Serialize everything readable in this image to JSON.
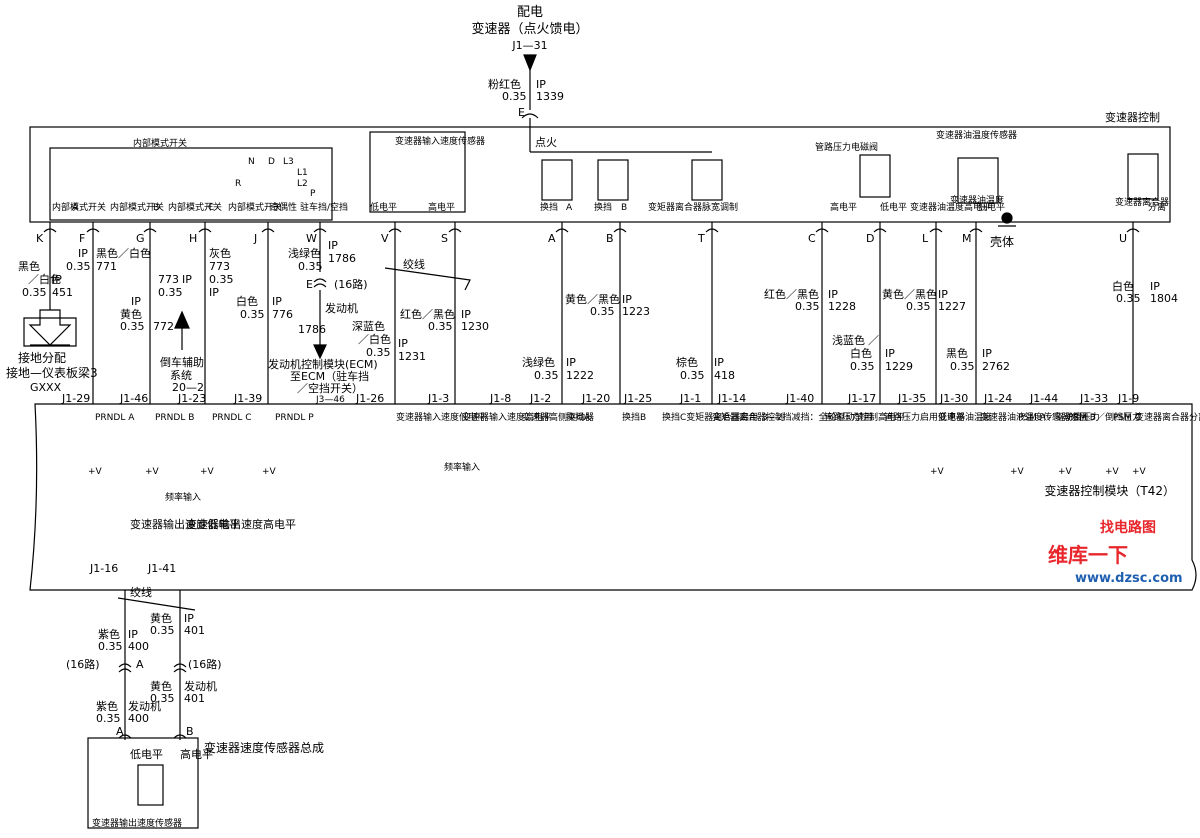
{
  "header": {
    "power": "配电",
    "source": "变速器（点火馈电）",
    "fuse": "J1—31",
    "feed_color": "粉红色",
    "feed_gauge": "0.35",
    "feed_circuit_a": "IP",
    "feed_circuit_b": "1339",
    "feed_connector": "E",
    "ignition": "点火"
  },
  "control_box": {
    "title": "变速器控制",
    "mode_switch_title": "内部模式开关",
    "sw_label": "内部模式开关",
    "sw_pin_a": "A",
    "sw_pin_b": "B",
    "sw_pin_c": "C",
    "parity": "奇偶性",
    "park_neutral": "驻车挡/空挡",
    "mode_letters": [
      "N",
      "D",
      "L3",
      "L1",
      "L2",
      "P",
      "R"
    ],
    "input_speed_sensor": "变速器输入速度传感器",
    "low_level": "低电平",
    "high_level": "高电平",
    "shift_a": "换挡",
    "shift_a_pin": "A",
    "shift_b": "换挡",
    "shift_b_pin": "B",
    "tcc_pwm": "变矩器离合器脉宽调制",
    "line_pressure_solenoid": "管路压力电磁阀",
    "lp_high": "高电平",
    "lp_low": "低电平",
    "oil_temp_sensor": "变速器油温度传感器",
    "oil_temp_high": "变速器油温度高电平",
    "oil_temp_low_a": "变速器油温度",
    "oil_temp_low_b": "低电平",
    "tcc_switch": "变速器离合器",
    "release": "分离",
    "chassis": "壳体"
  },
  "pins_top": [
    "K",
    "F",
    "G",
    "H",
    "J",
    "W",
    "V",
    "S",
    "A",
    "B",
    "T",
    "C",
    "D",
    "L",
    "M",
    "U"
  ],
  "wires": {
    "k": [
      "黑色",
      "／白色",
      "0.35",
      "IP",
      "451"
    ],
    "f": [
      "IP",
      "0.35",
      "黄色",
      "0.35",
      "IP",
      "772"
    ],
    "g": [
      "黑色／白色",
      "771"
    ],
    "h": [
      "773",
      "IP",
      "0.35"
    ],
    "h2": [
      "灰色",
      "773",
      "0.35",
      "IP"
    ],
    "j": [
      "白色",
      "0.35",
      "IP",
      "776"
    ],
    "w": [
      "浅绿色",
      "IP",
      "1786",
      "0.35",
      "E",
      "(16路)",
      "发动机",
      "1786"
    ],
    "twisted": "绞线",
    "v": [
      "深蓝色",
      "／白色",
      "0.35",
      "IP",
      "1231"
    ],
    "s": [
      "红色／黑色",
      "0.35",
      "IP",
      "1230"
    ],
    "a": [
      "黄色／黑色",
      "0.35",
      "IP",
      "1223"
    ],
    "a2": [
      "浅绿色",
      "0.35",
      "IP",
      "1222"
    ],
    "b": [
      "棕色",
      "0.35",
      "IP",
      "418"
    ],
    "c": [
      "红色／黑色",
      "0.35",
      "IP",
      "1228"
    ],
    "d": [
      "黄色／黑色",
      "0.35",
      "IP",
      "1227"
    ],
    "d2": [
      "浅蓝色",
      "／",
      "白色",
      "0.35",
      "IP",
      "1229"
    ],
    "m": [
      "黑色",
      "0.35",
      "IP",
      "2762"
    ],
    "u": [
      "白色",
      "0.35",
      "IP",
      "1804"
    ]
  },
  "ground": {
    "label_a": "接地分配",
    "label_b": "接地—仪表板梁3",
    "label_c": "GXXX"
  },
  "reverse": {
    "label_a": "倒车辅助",
    "label_b": "系统",
    "label_c": "20—2"
  },
  "ecm": {
    "label_a": "发动机控制模块(ECM)",
    "label_b": "至ECM（驻车挡",
    "label_c": "／空挡开关）",
    "label_d": "J3—46"
  },
  "module": {
    "title": "变速器控制模块（T42）",
    "pins": [
      "J1-29",
      "J1-46",
      "J1-23",
      "J1-39",
      "J1-26",
      "J1-3",
      "J1-8",
      "J1-2",
      "J1-20",
      "J1-25",
      "J1-1",
      "J1-14",
      "J1-40",
      "J1-17",
      "J1-35",
      "J1-30",
      "J1-24",
      "J1-44",
      "J1-33",
      "J1-9"
    ],
    "prndl_a": "PRNDL A",
    "prndl_b": "PRNDL B",
    "prndl_c": "PRNDL C",
    "prndl_p": "PRNDL P",
    "labels": {
      "in_low": "变速器输入速度低电平",
      "in_high": "变速器输入速度高电平",
      "high_side": "变速器高侧驱动器",
      "shift_a": "换挡A",
      "shift_b": "换挡B",
      "tcc_apply": "换挡C变矩器离合器启用",
      "tcc_ctrl": "变矩器离合器控制",
      "awd": "3—2挡减挡：全轮驱动禁用",
      "lp_ctrl": "管路压力控制高电平",
      "lp_apply": "管路压力启用低电平",
      "oil_temp": "变速器油温度",
      "oil_return": "变速器油液温度传感器返回",
      "psm_a": "PSM A／驱动挡压力",
      "psm_b": "PSM B／倒挡压力",
      "psm_c": "PSM C",
      "tcc_input": "变速器离合器分离／速度输入信号"
    },
    "freq_in": "频率输入",
    "freq_in2": "频率输入",
    "vplus": "+V",
    "out_low": "变速器输出速度低电平",
    "out_high": "变速器输出速度高电平",
    "pin_16": "J1-16",
    "pin_41": "J1-41"
  },
  "output": {
    "twisted": "绞线",
    "purple": "紫色",
    "yellow": "黄色",
    "gauge": "0.35",
    "ip": "IP",
    "c400": "400",
    "c401": "401",
    "conn_a": "A",
    "conn_b": "B",
    "route": "(16路)",
    "engine": "发动机",
    "sensor_title": "变速器速度传感器总成",
    "sensor_name": "变速器输出速度传感器",
    "low": "低电平",
    "high": "高电平"
  },
  "watermark": {
    "a": "找电路图",
    "b": "维库一下",
    "c": "www.dzsc.com"
  }
}
